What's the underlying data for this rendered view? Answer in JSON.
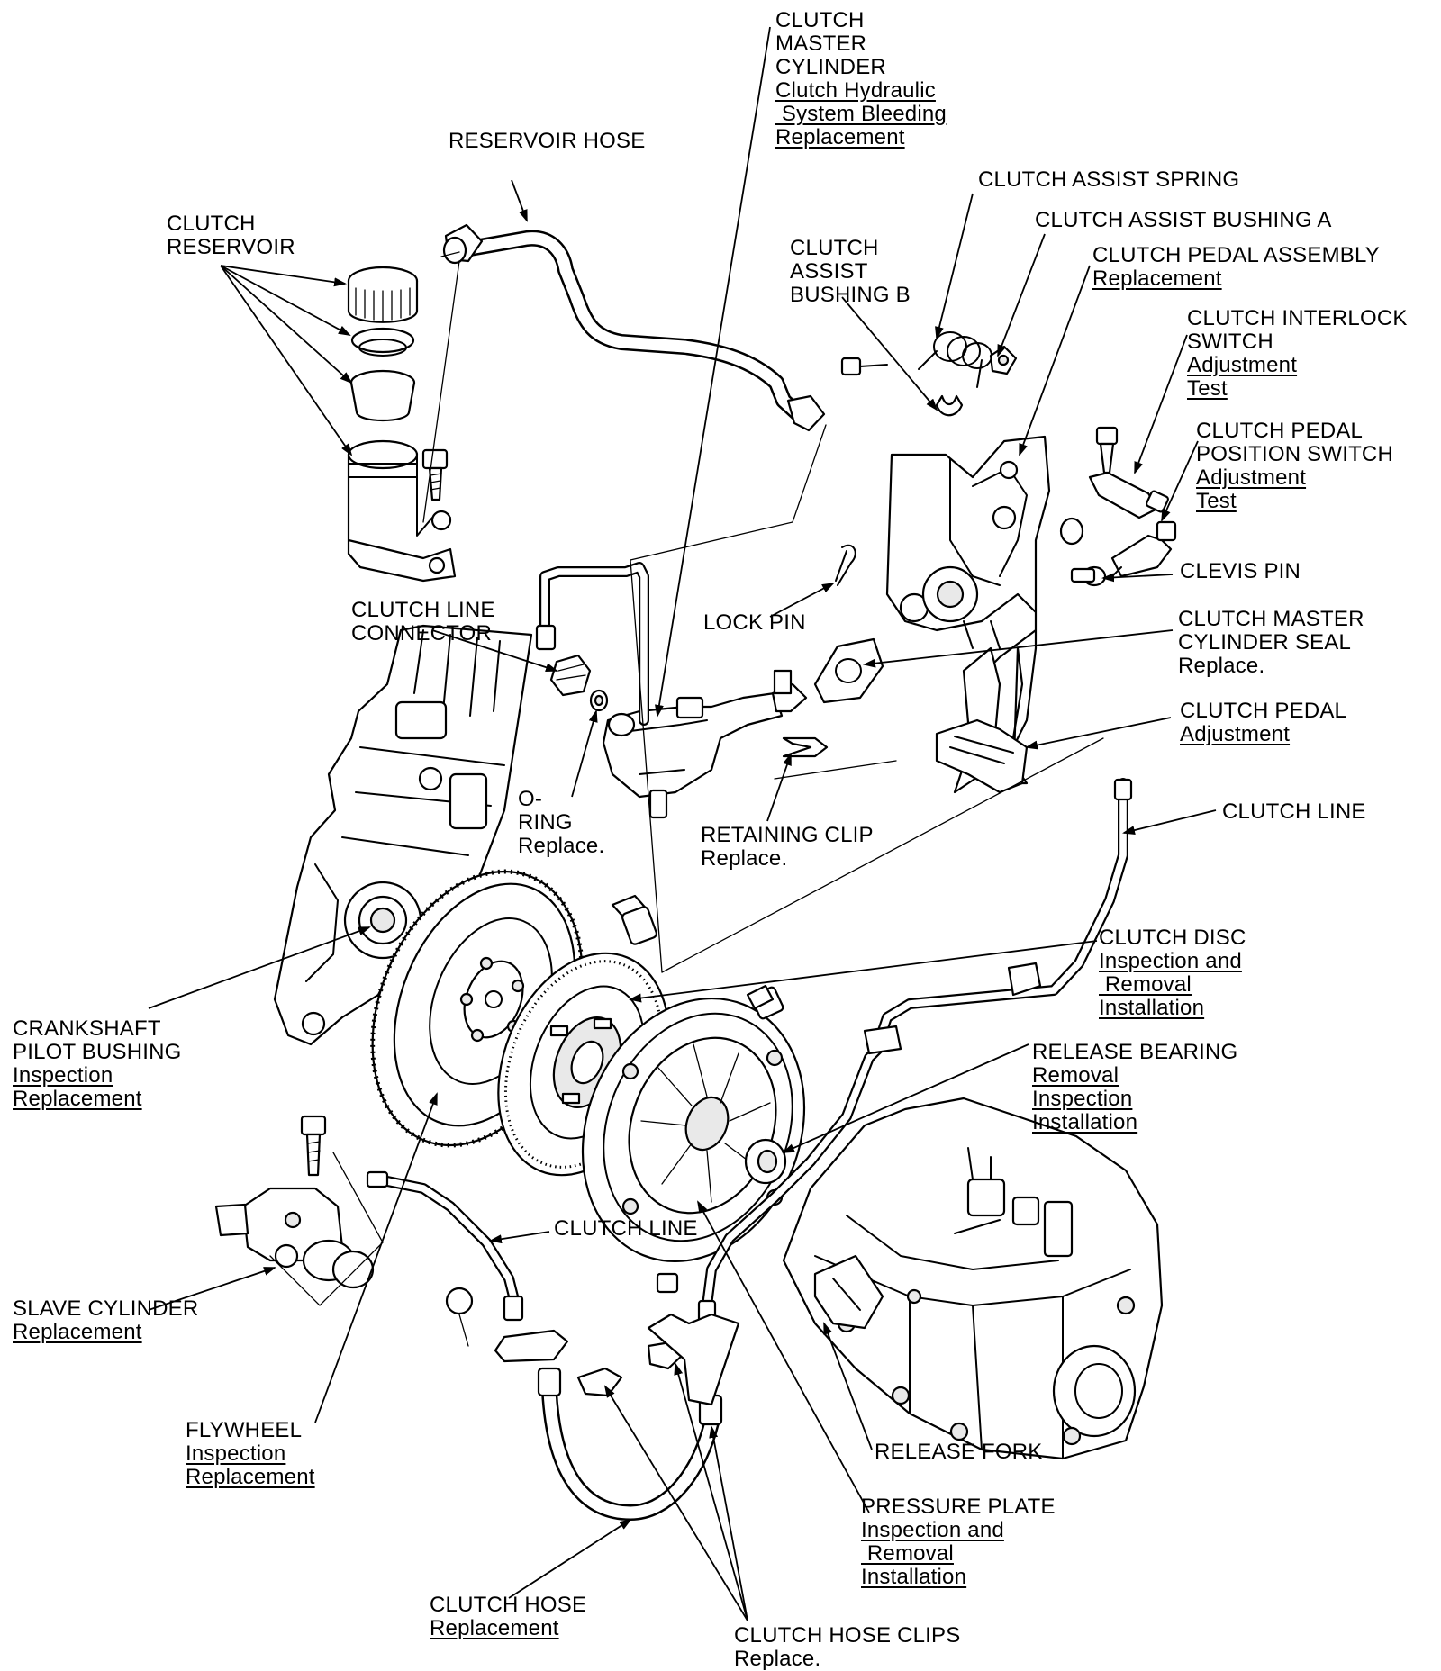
{
  "callouts": {
    "master_cylinder": {
      "lines": [
        "CLUTCH",
        "MASTER",
        "CYLINDER"
      ],
      "links": [
        "Clutch Hydraulic",
        " System Bleeding",
        "Replacement"
      ]
    },
    "reservoir_hose": {
      "lines": [
        "RESERVOIR HOSE"
      ],
      "links": []
    },
    "clutch_reservoir": {
      "lines": [
        "CLUTCH",
        "RESERVOIR"
      ],
      "links": []
    },
    "assist_spring": {
      "lines": [
        "CLUTCH ASSIST SPRING"
      ],
      "links": []
    },
    "assist_bushing_a": {
      "lines": [
        "CLUTCH ASSIST BUSHING A"
      ],
      "links": []
    },
    "assist_bushing_b": {
      "lines": [
        "CLUTCH",
        "ASSIST",
        "BUSHING B"
      ],
      "links": []
    },
    "pedal_assembly": {
      "lines": [
        "CLUTCH PEDAL ASSEMBLY"
      ],
      "links": [
        "Replacement"
      ]
    },
    "interlock_switch": {
      "lines": [
        "CLUTCH INTERLOCK",
        "SWITCH"
      ],
      "links": [
        "Adjustment",
        "Test"
      ]
    },
    "position_switch": {
      "lines": [
        "CLUTCH PEDAL",
        "POSITION SWITCH"
      ],
      "links": [
        "Adjustment",
        "Test"
      ]
    },
    "clevis_pin": {
      "lines": [
        "CLEVIS PIN"
      ],
      "links": []
    },
    "line_connector": {
      "lines": [
        "CLUTCH LINE",
        "CONNECTOR"
      ],
      "links": []
    },
    "lock_pin": {
      "lines": [
        "LOCK PIN"
      ],
      "links": []
    },
    "master_seal": {
      "lines": [
        "CLUTCH MASTER",
        "CYLINDER SEAL",
        "Replace."
      ],
      "links": []
    },
    "clutch_pedal": {
      "lines": [
        "CLUTCH PEDAL"
      ],
      "links": [
        "Adjustment"
      ]
    },
    "o_ring": {
      "lines": [
        "O-",
        "RING",
        "Replace."
      ],
      "links": []
    },
    "retaining_clip": {
      "lines": [
        "RETAINING CLIP",
        "Replace."
      ],
      "links": []
    },
    "clutch_line_upper": {
      "lines": [
        "CLUTCH LINE"
      ],
      "links": []
    },
    "clutch_disc": {
      "lines": [
        "CLUTCH DISC"
      ],
      "links": [
        "Inspection and",
        " Removal",
        "Installation"
      ]
    },
    "pilot_bushing": {
      "lines": [
        "CRANKSHAFT",
        "PILOT BUSHING"
      ],
      "links": [
        "Inspection",
        "Replacement"
      ]
    },
    "release_bearing": {
      "lines": [
        "RELEASE BEARING"
      ],
      "links": [
        "Removal",
        "Inspection",
        "Installation"
      ]
    },
    "clutch_line_lower": {
      "lines": [
        "CLUTCH LINE"
      ],
      "links": []
    },
    "slave_cylinder": {
      "lines": [
        "SLAVE CYLINDER"
      ],
      "links": [
        "Replacement"
      ]
    },
    "flywheel": {
      "lines": [
        "FLYWHEEL"
      ],
      "links": [
        "Inspection",
        "Replacement"
      ]
    },
    "release_fork": {
      "lines": [
        "RELEASE FORK"
      ],
      "links": []
    },
    "pressure_plate": {
      "lines": [
        "PRESSURE PLATE"
      ],
      "links": [
        "Inspection and",
        " Removal",
        "Installation"
      ]
    },
    "clutch_hose": {
      "lines": [
        "CLUTCH HOSE"
      ],
      "links": [
        "Replacement"
      ]
    },
    "hose_clips": {
      "lines": [
        "CLUTCH HOSE CLIPS",
        "Replace."
      ],
      "links": []
    }
  }
}
